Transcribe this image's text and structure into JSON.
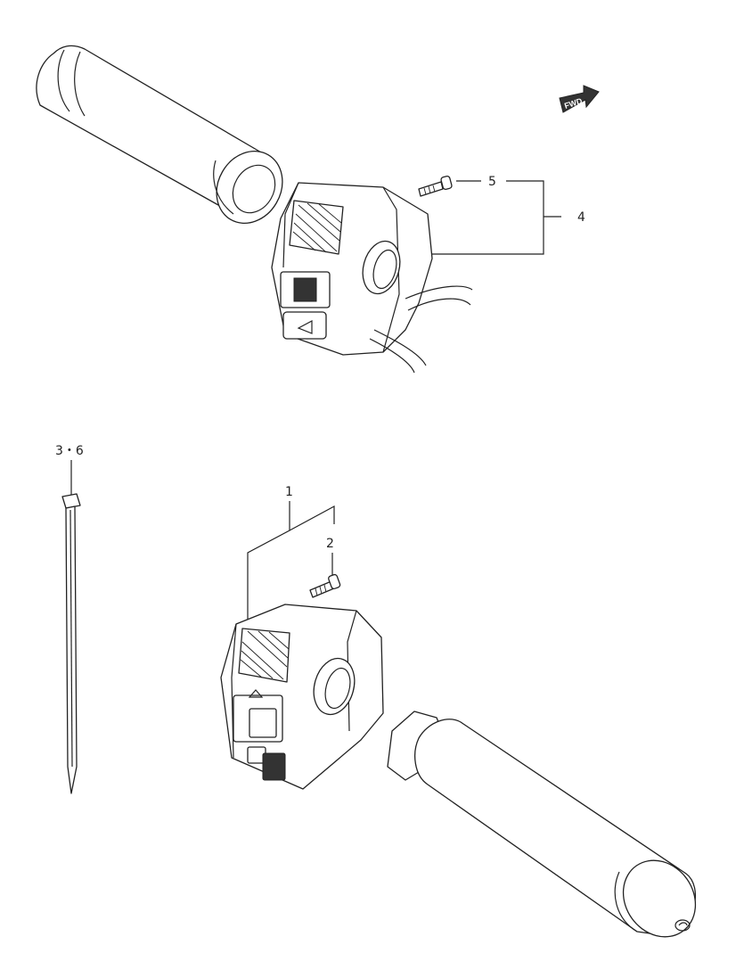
{
  "callouts": {
    "part_1": "1",
    "part_2": "2",
    "part_3_6": "3・6",
    "part_4": "4",
    "part_5": "5"
  },
  "fwd_indicator": {
    "label": "FWD",
    "icon": "fwd-arrow-icon"
  }
}
